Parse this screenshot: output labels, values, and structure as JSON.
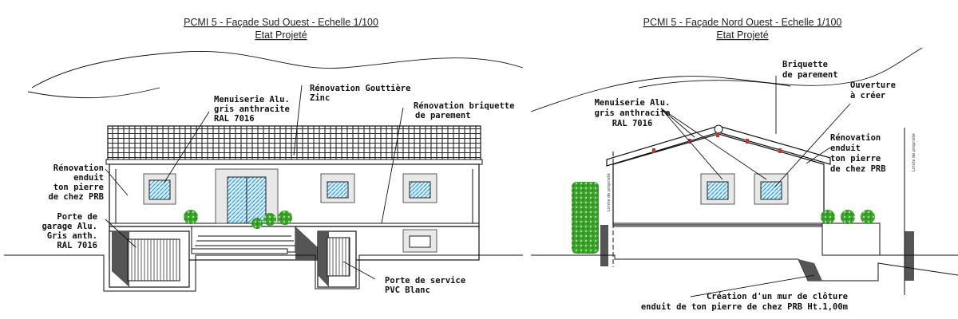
{
  "left_view": {
    "title_line1": "PCMI 5 - Façade Sud Ouest - Echelle 1/100",
    "title_line2": "Etat Projeté",
    "labels": {
      "menuiserie": [
        "Menuiserie Alu.",
        "gris anthracite",
        "RAL 7016"
      ],
      "gouttiere": [
        "Rénovation Gouttière",
        "Zinc"
      ],
      "briquette": [
        "Rénovation briquette",
        "de parement"
      ],
      "enduit": [
        "Rénovation",
        "enduit",
        "ton pierre",
        "de chez PRB"
      ],
      "porte_garage": [
        "Porte de",
        "garage Alu.",
        "Gris anth.",
        "RAL 7016"
      ],
      "porte_service": [
        "Porte de service",
        "PVC Blanc"
      ]
    }
  },
  "right_view": {
    "title_line1": "PCMI 5 - Façade Nord Ouest - Echelle 1/100",
    "title_line2": "Etat Projeté",
    "labels": {
      "menuiserie": [
        "Menuiserie Alu.",
        "gris anthracite",
        "RAL 7016"
      ],
      "briquette": [
        "Briquette",
        "de parement"
      ],
      "ouverture": [
        "Ouverture",
        "à créer"
      ],
      "enduit": [
        "Rénovation",
        "enduit",
        "ton pierre",
        "de chez PRB"
      ],
      "cloture": [
        "Création d'un mur de clôture",
        "enduit de ton pierre de chez PRB Ht.1,00m"
      ],
      "limite_left": "Limite de propriété",
      "limite_right": "Limite de propriété"
    }
  },
  "colors": {
    "line": "#111111",
    "glass": "#d8f1fb",
    "hatch_blue": "#3a9ad9",
    "vegetation": "#3da32d",
    "accent_red": "#c0392b",
    "stone": "#e8e8e8"
  }
}
